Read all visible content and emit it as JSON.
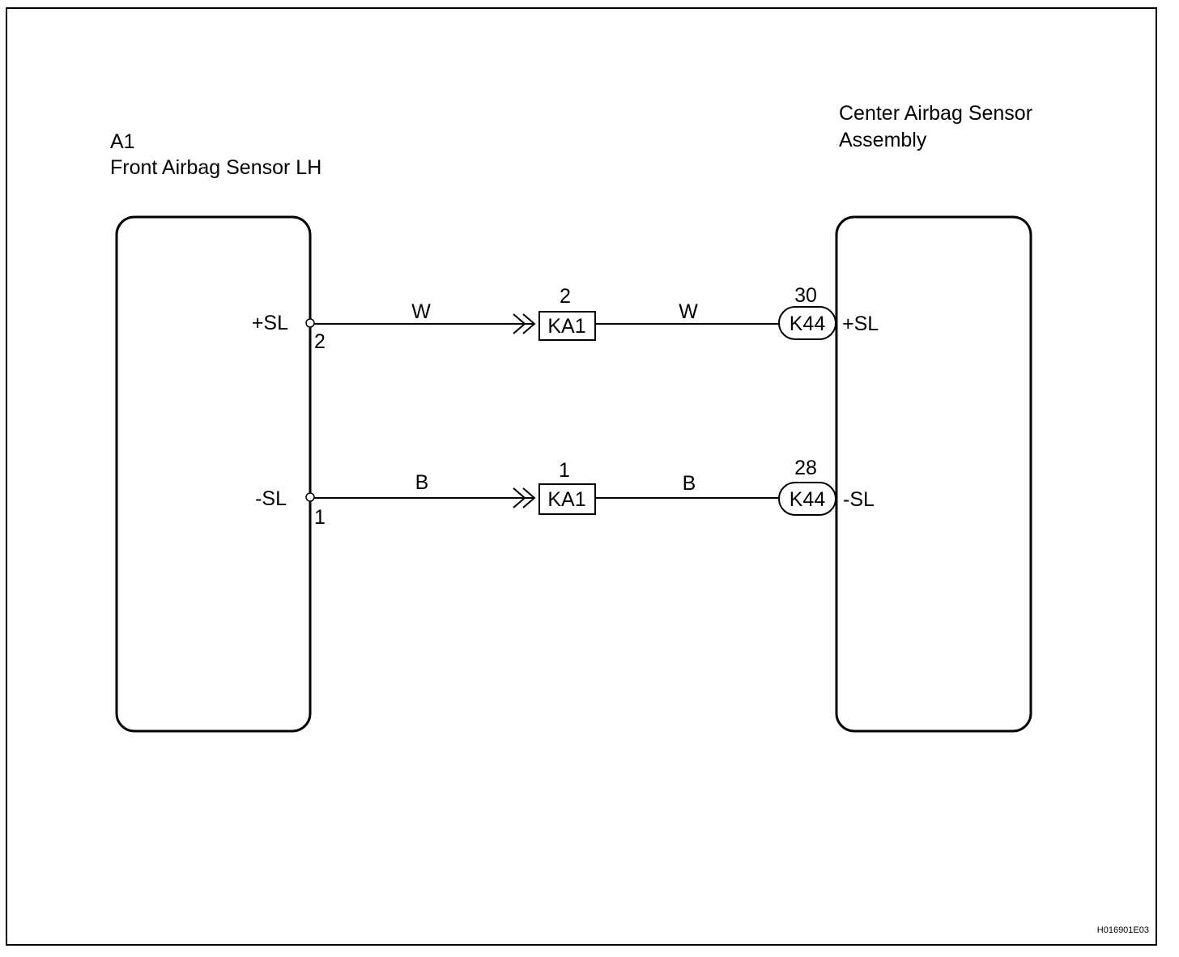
{
  "left_component": {
    "code": "A1",
    "name": "Front Airbag Sensor LH",
    "terminals": [
      {
        "signal": "+SL",
        "pin": "2"
      },
      {
        "signal": "-SL",
        "pin": "1"
      }
    ]
  },
  "right_component": {
    "name_line1": "Center Airbag Sensor",
    "name_line2": "Assembly",
    "terminals": [
      {
        "signal": "+SL",
        "connector": "K44",
        "pin": "30"
      },
      {
        "signal": "-SL",
        "connector": "K44",
        "pin": "28"
      }
    ]
  },
  "junction_connectors": [
    {
      "code": "KA1",
      "pin": "2"
    },
    {
      "code": "KA1",
      "pin": "1"
    }
  ],
  "wires": [
    {
      "left_color": "W",
      "right_color": "W"
    },
    {
      "left_color": "B",
      "right_color": "B"
    }
  ],
  "figure_id": "H016901E03"
}
